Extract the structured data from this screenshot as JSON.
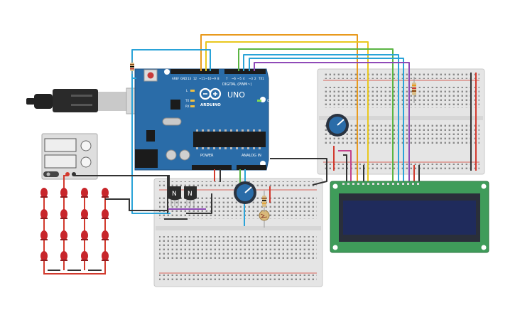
{
  "arduino": {
    "brand": "ARDUINO",
    "model": "UNO",
    "digital_label": "DIGITAL (PWM~)",
    "power_label": "POWER",
    "analog_label": "ANALOG IN",
    "aref_label": "AREF",
    "gnd_label": "GND",
    "l_label": "L",
    "tx_label": "TX",
    "rx_label": "RX",
    "on_label": "ON"
  },
  "transistors": [
    {
      "label": "N"
    },
    {
      "label": "N"
    }
  ],
  "colors": {
    "board": "#2a6ca8",
    "breadboard": "#e6e6e6",
    "lcd_pcb": "#3f9c5a",
    "lcd_screen": "#1f2b5c",
    "led": "#c8262b",
    "wire_orange": "#e89a1d",
    "wire_yellow": "#e9c81f",
    "wire_green": "#5bb543",
    "wire_cyan": "#2aa3d8",
    "wire_purple": "#8f4ab8",
    "wire_red": "#d23a2e",
    "wire_black": "#333333",
    "wire_magenta": "#c2428b"
  }
}
